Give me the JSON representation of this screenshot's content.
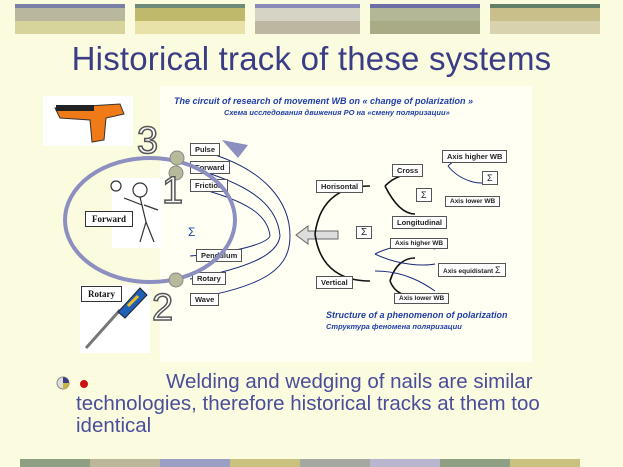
{
  "slide": {
    "title": "Historical track of these systems",
    "bullet_text": "Welding and wedging of nails are similar technologies, therefore historical tracks at them too identical"
  },
  "diagram": {
    "header_en": "The circuit of research of movement WB on « change of polarization »",
    "header_ru": "Схема    исследования  движения РО  на  «смену  поляризации»",
    "footer_en": "Structure of a phenomenon of polarization",
    "footer_ru": "Структура  феномена   поляризации",
    "left_boxes": [
      "Pulse",
      "Forward",
      "Friction",
      "Pendulum",
      "Rotary",
      "Wave"
    ],
    "right_boxes": {
      "horisontal": "Horisontal",
      "vertical": "Vertical",
      "cross": "Cross",
      "longitudinal": "Longitudinal",
      "axis_higher_1": "Axis higher WB",
      "axis_lower_1": "Axis lower WB",
      "axis_higher_2": "Axis higher WB",
      "axis_equidistant": "Axis equidistant",
      "axis_lower_2": "Axis lower WB"
    },
    "sigma": "Σ"
  },
  "overlay": {
    "label_forward": "Forward",
    "label_rotary": "Rotary",
    "numbers": [
      "3",
      "1",
      "2"
    ]
  },
  "colors": {
    "title": "#3a3d86",
    "body_text": "#4a4e9a",
    "ellipse": "#8c8fbf",
    "bullet_red": "#cc1111",
    "header_blue": "#1f3ea8"
  }
}
